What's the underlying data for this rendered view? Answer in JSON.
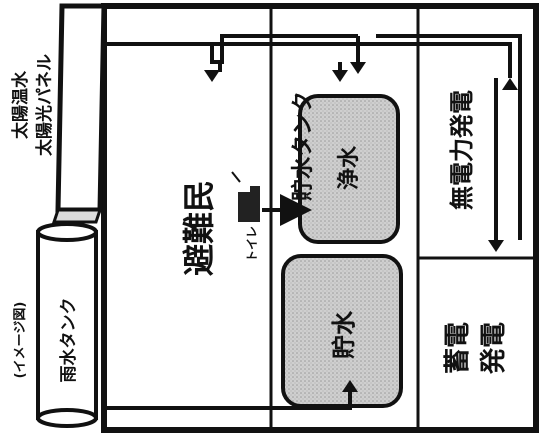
{
  "labels": {
    "image_note": "(イメージ図)",
    "rain_tank": "雨水タンク",
    "solar_hot_water": "太陽温水",
    "solar_panel": "太陽光パネル",
    "evacuees": "避難民",
    "toilet": "トイレ",
    "storage_water": "貯水",
    "water_tank_title": "貯水タンク",
    "clean_water": "浄水",
    "no_power_generation": "無電力発電",
    "battery_generation": "蓄電発電"
  },
  "colors": {
    "line": "#111111",
    "tank_fill": "#c9c9c9",
    "label_fill": "#222222"
  }
}
